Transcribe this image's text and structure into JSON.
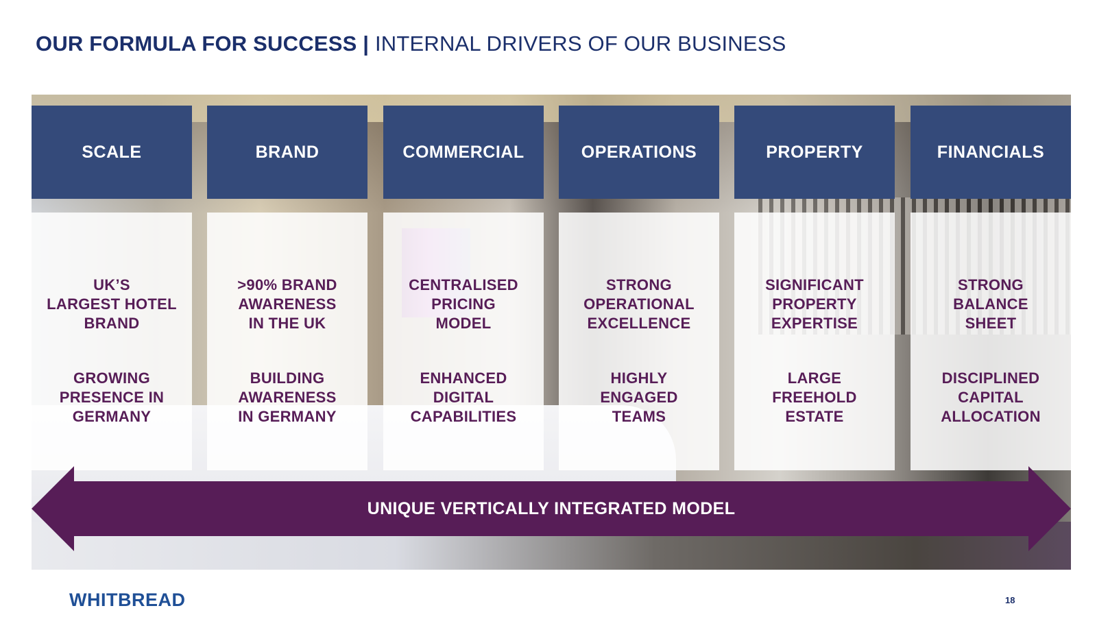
{
  "title": {
    "bold": "OUR FORMULA FOR SUCCESS |",
    "light": "INTERNAL DRIVERS OF OUR BUSINESS"
  },
  "pillars": [
    {
      "heading": "SCALE",
      "primary": "UK’S\nLARGEST HOTEL\nBRAND",
      "secondary": "GROWING\nPRESENCE IN\nGERMANY"
    },
    {
      "heading": "BRAND",
      "primary": ">90% BRAND\nAWARENESS\nIN THE UK",
      "secondary": "BUILDING\nAWARENESS\nIN GERMANY"
    },
    {
      "heading": "COMMERCIAL",
      "primary": "CENTRALISED\nPRICING\nMODEL",
      "secondary": "ENHANCED\nDIGITAL\nCAPABILITIES"
    },
    {
      "heading": "OPERATIONS",
      "primary": "STRONG\nOPERATIONAL\nEXCELLENCE",
      "secondary": "HIGHLY\nENGAGED\nTEAMS"
    },
    {
      "heading": "PROPERTY",
      "primary": "SIGNIFICANT\nPROPERTY\nEXPERTISE",
      "secondary": "LARGE\nFREEHOLD\nESTATE"
    },
    {
      "heading": "FINANCIALS",
      "primary": "STRONG\nBALANCE\nSHEET",
      "secondary": "DISCIPLINED\nCAPITAL\nALLOCATION"
    }
  ],
  "arrow_label": "UNIQUE VERTICALLY INTEGRATED MODEL",
  "logo": "WHITBREAD",
  "page_number": "18",
  "colors": {
    "title": "#1b2f6b",
    "pillar_header": "#344a7a",
    "pillar_text": "#571d57",
    "arrow": "#571d57",
    "logo": "#1f4f96"
  }
}
